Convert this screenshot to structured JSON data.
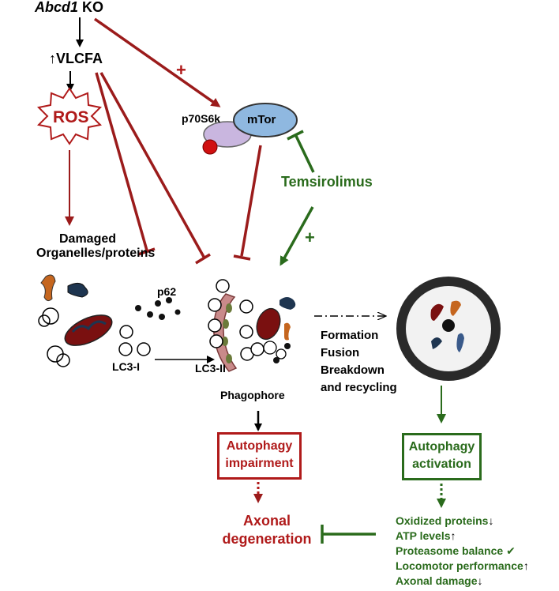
{
  "top": {
    "gene_italic": "Abcd1",
    "gene_rest": " KO",
    "vlcfa": "VLCFA",
    "vlcfa_arrow": "↑"
  },
  "ros": "ROS",
  "damaged": [
    "Damaged",
    "Organelles/proteins"
  ],
  "p70": "p70S6k",
  "mtor": "mTor",
  "temsirolimus": "Temsirolimus",
  "plus_red": "+",
  "plus_green": "+",
  "p62": "p62",
  "lc3_i": "LC3-I",
  "lc3_ii": "LC3-II",
  "phagophore": "Phagophore",
  "steps": [
    "Formation",
    "Fusion",
    "Breakdown",
    "and recycling"
  ],
  "impairment": [
    "Autophagy",
    "impairment"
  ],
  "activation": [
    "Autophagy",
    "activation"
  ],
  "axonal": [
    "Axonal",
    "degeneration"
  ],
  "outcomes": [
    {
      "label": "Oxidized proteins",
      "mark": "↓"
    },
    {
      "label": "ATP levels",
      "mark": "↑"
    },
    {
      "label": "Proteasome balance",
      "mark": "✔"
    },
    {
      "label": "Locomotor performance",
      "mark": "↑"
    },
    {
      "label": "Axonal damage",
      "mark": "↓"
    }
  ],
  "colors": {
    "red": "#b01a1a",
    "green": "#2a6b1c",
    "mtor": "#8fb8e0",
    "p70": "#c9b6df"
  }
}
